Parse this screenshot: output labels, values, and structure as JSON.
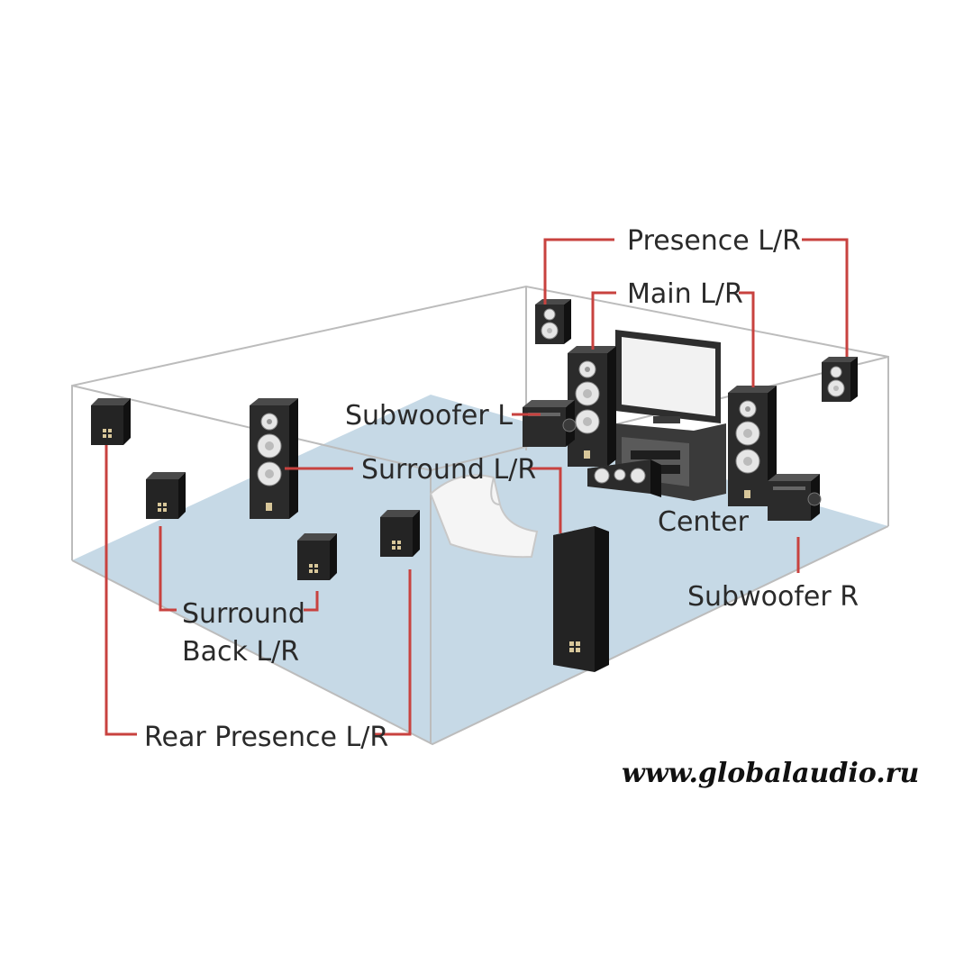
{
  "labels": {
    "presence": "Presence L/R",
    "main": "Main L/R",
    "subwoofer_l": "Subwoofer L",
    "surround": "Surround L/R",
    "center": "Center",
    "subwoofer_r": "Subwoofer R",
    "surround_back_1": "Surround",
    "surround_back_2": "Back L/R",
    "rear_presence": "Rear Presence L/R"
  },
  "watermark": "www.globalaudio.ru",
  "colors": {
    "leader": "#c8423f",
    "floor": "#c6d9e6",
    "room_edge": "#bcbcbc",
    "speaker": "#2b2b2b",
    "speaker_dark": "#161616",
    "cone": "#e4e4e4"
  }
}
